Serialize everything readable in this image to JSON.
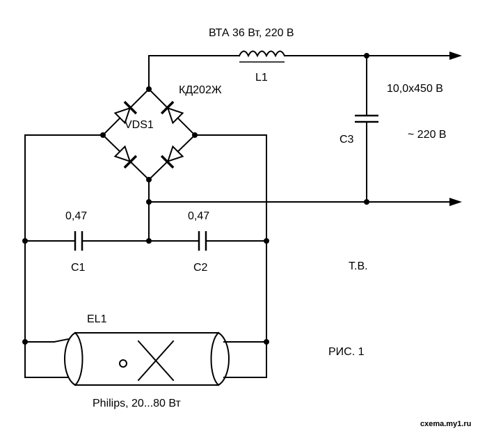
{
  "labels": {
    "choke": "ВТА 36 Вт, 220 В",
    "l1": "L1",
    "bridge": "КД202Ж",
    "vds1": "VDS1",
    "output_dc": "10,0x450 В",
    "output_ac": "~ 220 В",
    "c3": "С3",
    "c1_value": "0,47",
    "c2_value": "0,47",
    "c1": "С1",
    "c2": "С2",
    "author": "Т.В.",
    "el1": "EL1",
    "figure": "РИС. 1",
    "lamp": "Philips, 20...80 Вт",
    "watermark": "cxema.my1.ru"
  }
}
